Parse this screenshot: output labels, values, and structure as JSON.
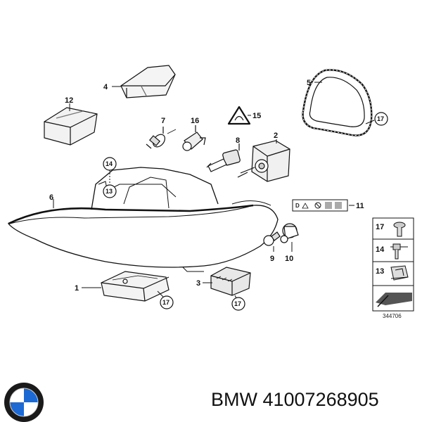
{
  "diagram": {
    "parts": [
      {
        "number": "1"
      },
      {
        "number": "2"
      },
      {
        "number": "3"
      },
      {
        "number": "4"
      },
      {
        "number": "5"
      },
      {
        "number": "6"
      },
      {
        "number": "7"
      },
      {
        "number": "8"
      },
      {
        "number": "9"
      },
      {
        "number": "10"
      },
      {
        "number": "11"
      },
      {
        "number": "12"
      },
      {
        "number": "13"
      },
      {
        "number": "14"
      },
      {
        "number": "15"
      },
      {
        "number": "16"
      },
      {
        "number": "17"
      }
    ],
    "circled_refs": [
      "14",
      "13",
      "17"
    ],
    "warning_label_icons": [
      "D",
      "warning-triangle-icon",
      "no-entry-icon",
      "bar-icon",
      "bar-icon"
    ],
    "drawing_number": "344706"
  },
  "footer": {
    "brand_text": "BMW 41007268905",
    "logo": "bmw-roundel-logo"
  }
}
